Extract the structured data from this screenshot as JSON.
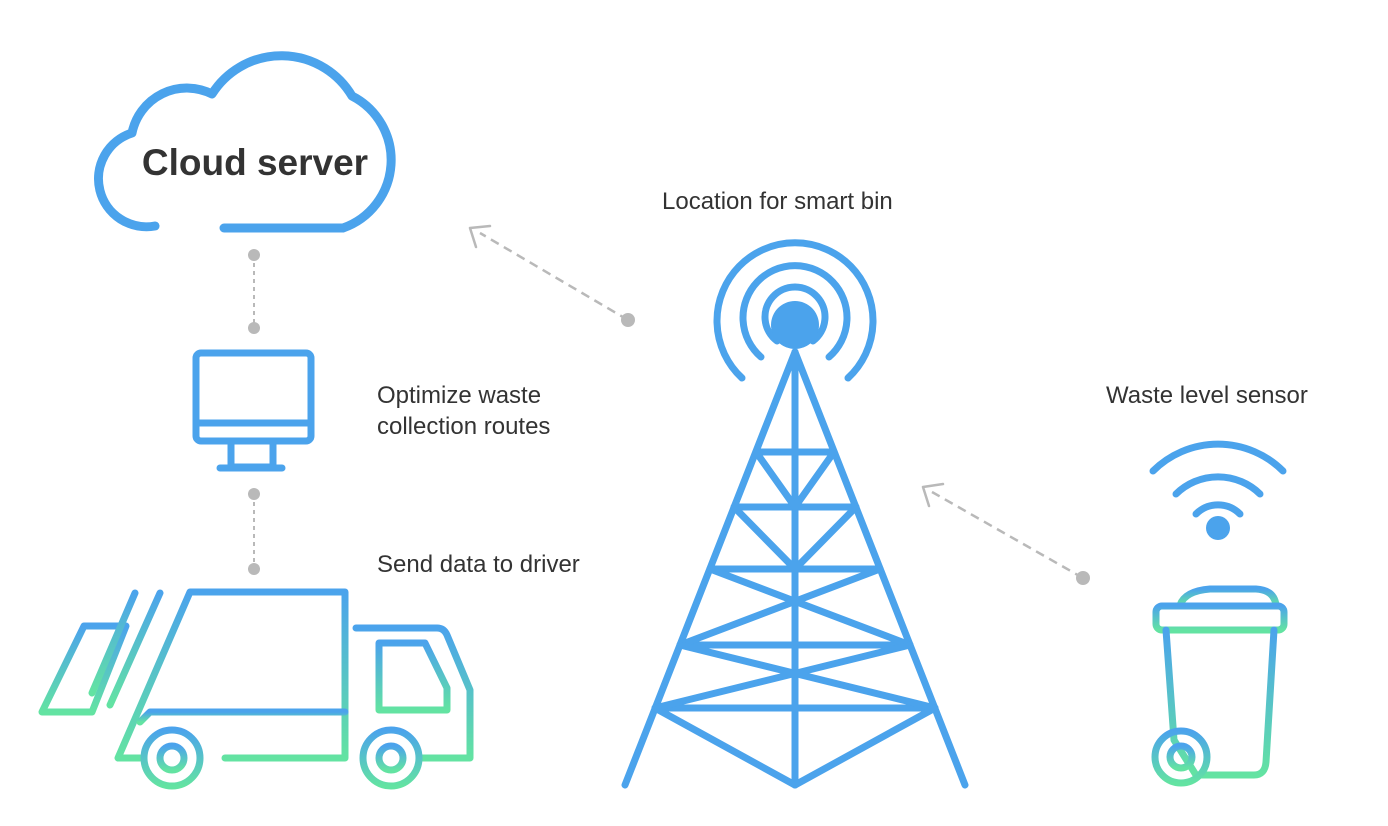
{
  "labels": {
    "cloud": "Cloud server",
    "location": "Location for smart bin",
    "optimize_line1": "Optimize waste",
    "optimize_line2": "collection routes",
    "send": "Send data to driver",
    "sensor": "Waste level sensor"
  },
  "icons": [
    "cloud-icon",
    "monitor-icon",
    "garbage-truck-icon",
    "radio-tower-icon",
    "wifi-signal-icon",
    "waste-bin-icon"
  ],
  "colors": {
    "blue": "#4ba3ec",
    "green": "#63e3a2",
    "connector": "#b9b9b9",
    "text": "#333333"
  }
}
